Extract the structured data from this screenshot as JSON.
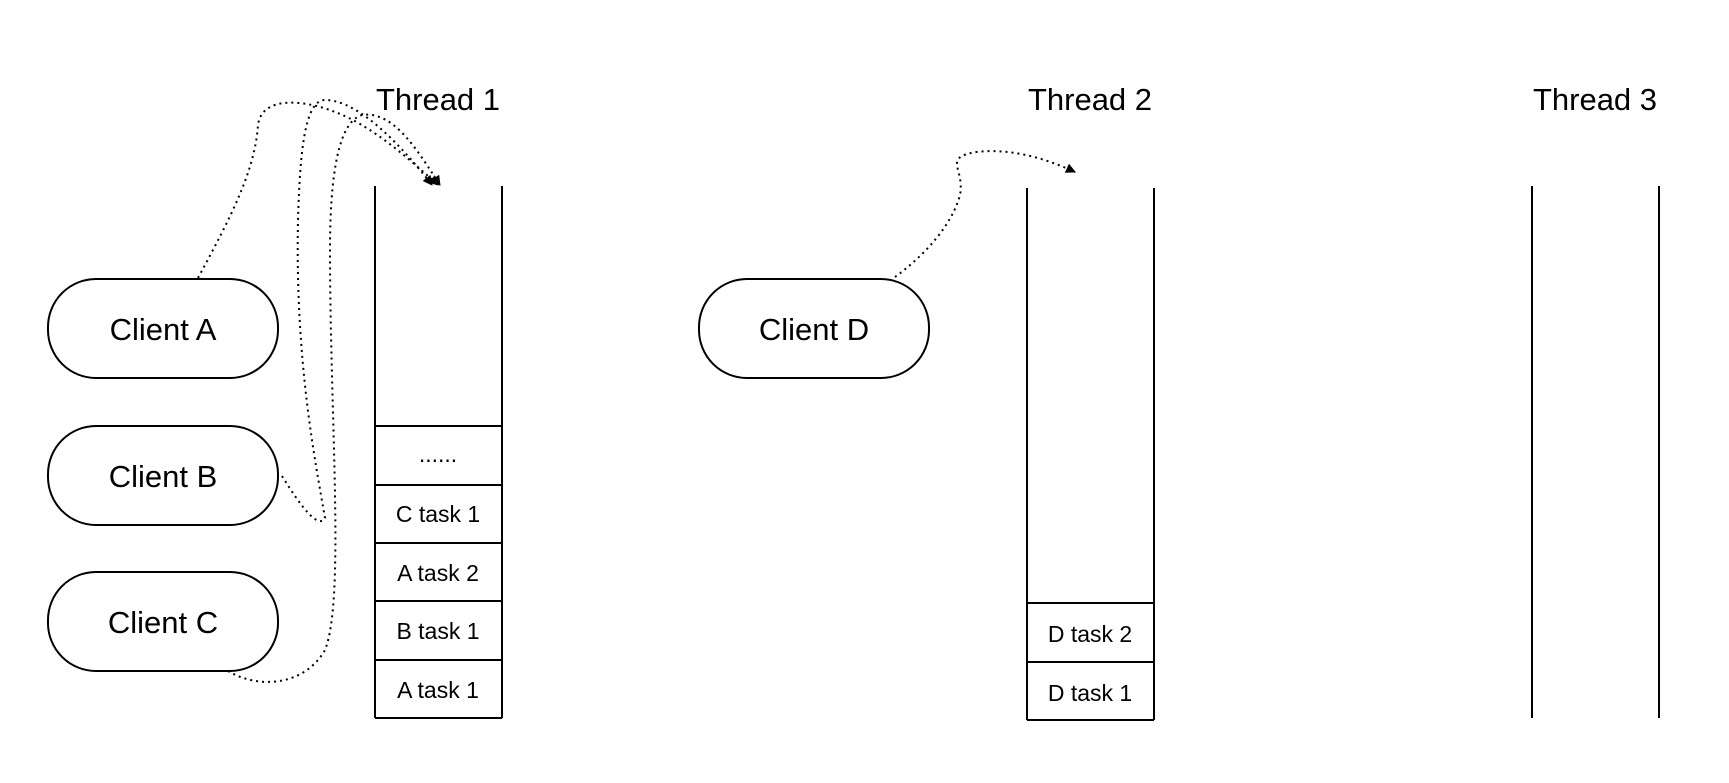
{
  "threads": [
    {
      "title": "Thread 1",
      "tasks": [
        "......",
        "C task 1",
        "A task 2",
        "B task 1",
        "A task 1"
      ]
    },
    {
      "title": "Thread 2",
      "tasks": [
        "D task 2",
        "D task 1"
      ]
    },
    {
      "title": "Thread 3",
      "tasks": []
    }
  ],
  "clients": [
    {
      "label": "Client A"
    },
    {
      "label": "Client B"
    },
    {
      "label": "Client C"
    },
    {
      "label": "Client D"
    }
  ]
}
